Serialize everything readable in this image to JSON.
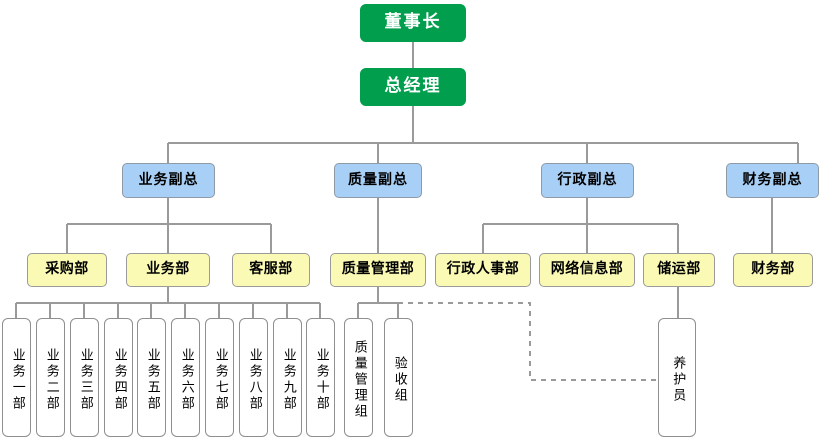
{
  "chart": {
    "type": "org-chart",
    "title": "",
    "orientation": "top-down",
    "colors": {
      "executive_fill": "#009E4D",
      "executive_text": "#FFFFFF",
      "vp_fill": "#A8CFF5",
      "department_fill": "#FAFAB4",
      "unit_fill": "#FFFFFF",
      "border": "#9A9A9A",
      "connector": "#9A9A9A",
      "dotted_connector": "#9A9A9A"
    }
  },
  "nodes": {
    "chairman": {
      "label": "董事长",
      "level": "executive"
    },
    "general_manager": {
      "label": "总经理",
      "level": "executive"
    },
    "vps": [
      {
        "label": "业务副总",
        "level": "vp"
      },
      {
        "label": "质量副总",
        "level": "vp"
      },
      {
        "label": "行政副总",
        "level": "vp"
      },
      {
        "label": "财务副总",
        "level": "vp"
      }
    ],
    "departments": [
      {
        "label": "采购部",
        "level": "department",
        "parent": "业务副总"
      },
      {
        "label": "业务部",
        "level": "department",
        "parent": "业务副总"
      },
      {
        "label": "客服部",
        "level": "department",
        "parent": "业务副总"
      },
      {
        "label": "质量管理部",
        "level": "department",
        "parent": "质量副总"
      },
      {
        "label": "行政人事部",
        "level": "department",
        "parent": "行政副总"
      },
      {
        "label": "网络信息部",
        "level": "department",
        "parent": "行政副总"
      },
      {
        "label": "储运部",
        "level": "department",
        "parent": "行政副总"
      },
      {
        "label": "财务部",
        "level": "department",
        "parent": "财务副总"
      }
    ],
    "business_units": [
      {
        "label": "业务一部",
        "parent": "业务部"
      },
      {
        "label": "业务二部",
        "parent": "业务部"
      },
      {
        "label": "业务三部",
        "parent": "业务部"
      },
      {
        "label": "业务四部",
        "parent": "业务部"
      },
      {
        "label": "业务五部",
        "parent": "业务部"
      },
      {
        "label": "业务六部",
        "parent": "业务部"
      },
      {
        "label": "业务七部",
        "parent": "业务部"
      },
      {
        "label": "业务八部",
        "parent": "业务部"
      },
      {
        "label": "业务九部",
        "parent": "业务部"
      },
      {
        "label": "业务十部",
        "parent": "业务部"
      }
    ],
    "quality_units": [
      {
        "label": "质量管理组",
        "parent": "质量管理部"
      },
      {
        "label": "验收组",
        "parent": "质量管理部"
      }
    ],
    "logistics_units": [
      {
        "label": "养护员",
        "parent": "储运部"
      }
    ]
  },
  "relations": {
    "dotted": [
      {
        "from": "质量管理部",
        "to": "养护员",
        "style": "dashed"
      }
    ]
  }
}
